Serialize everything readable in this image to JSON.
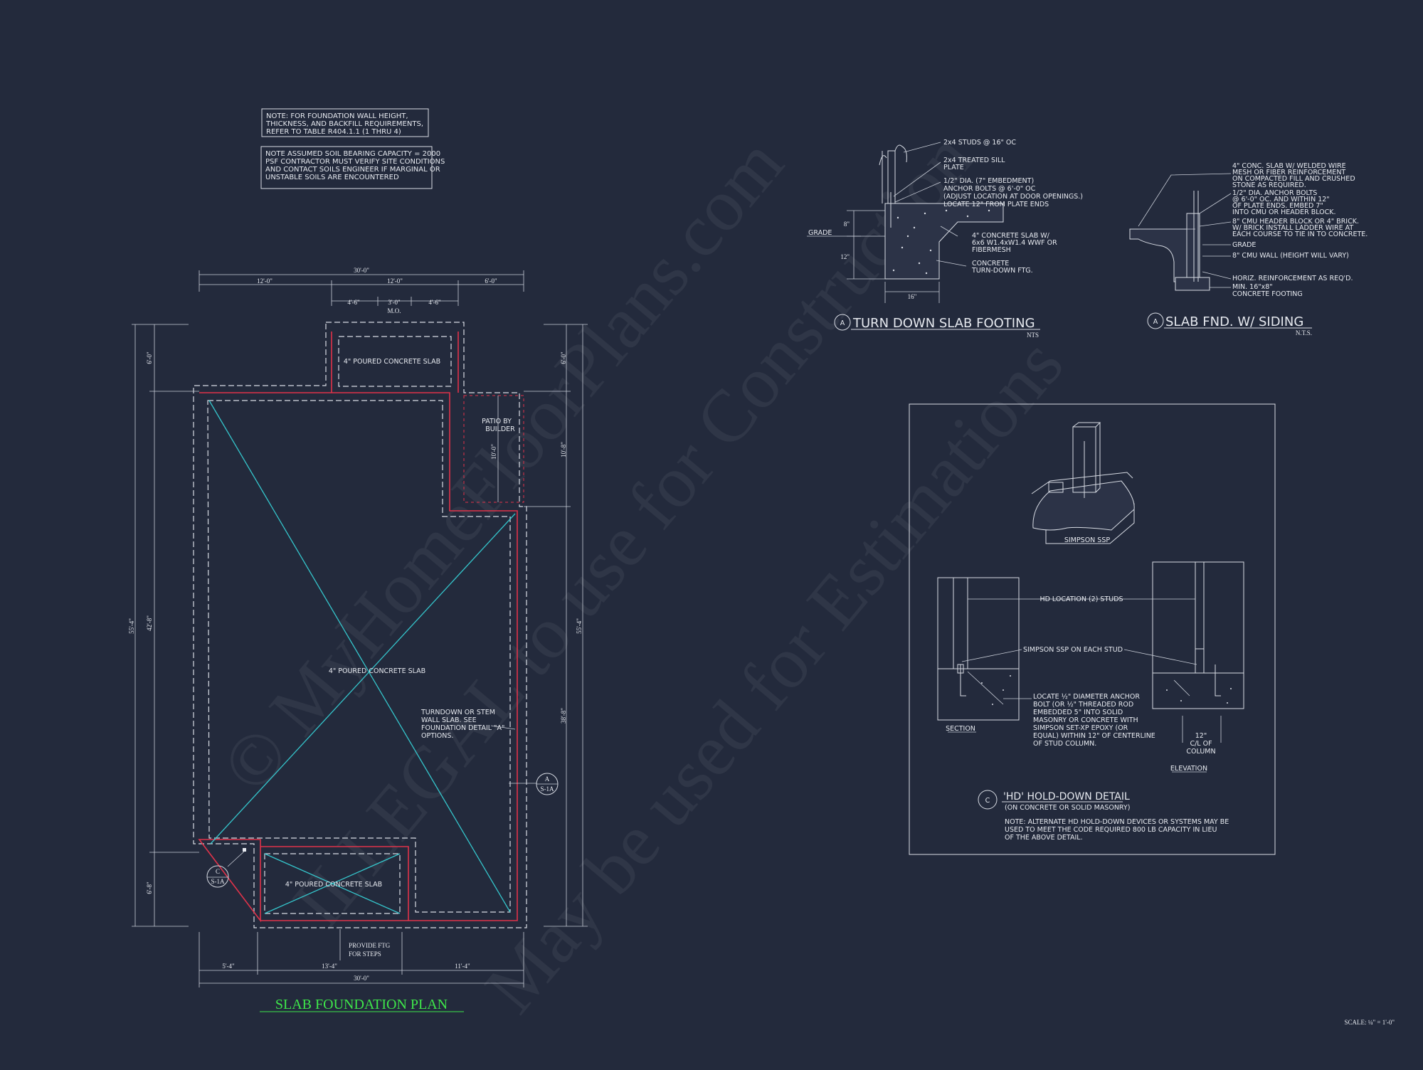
{
  "notes": {
    "note1": [
      "NOTE: FOR FOUNDATION WALL HEIGHT,",
      "THICKNESS, AND BACKFILL REQUIREMENTS,",
      "REFER TO TABLE R404.1.1 (1 THRU 4)"
    ],
    "note2": [
      "NOTE ASSUMED SOIL BEARING CAPACITY = 2000",
      "PSF CONTRACTOR MUST VERIFY SITE CONDITIONS",
      "AND CONTACT SOILS ENGINEER IF MARGINAL OR",
      "UNSTABLE SOILS ARE ENCOUNTERED"
    ]
  },
  "plan": {
    "title": "SLAB FOUNDATION PLAN",
    "dims": {
      "overall_top": "30'-0\"",
      "top_left": "12'-0\"",
      "top_mid": "12'-0\"",
      "top_right": "6'-0\"",
      "mo_left": "4'-6\"",
      "mo_mid": "3'-0\"",
      "mo_right": "4'-6\"",
      "mo_label": "M.O.",
      "left_top": "6'-0\"",
      "left_overall": "55'-4\"",
      "left_mid": "42'-8\"",
      "left_bottom": "6'-8\"",
      "right_top": "6'-0\"",
      "right_patio": "10'-8\"",
      "right_overall": "55'-4\"",
      "right_mid": "38'-8\"",
      "patio_depth": "10'-0\"",
      "bottom_left": "5'-4\"",
      "bottom_mid": "13'-4\"",
      "bottom_right": "11'-4\"",
      "bottom_overall": "30'-0\""
    },
    "labels": {
      "slab_top": "4\" POURED CONCRETE SLAB",
      "slab_main": "4\" POURED CONCRETE SLAB",
      "slab_bottom": "4\" POURED CONCRETE SLAB",
      "patio": [
        "PATIO BY",
        "BUILDER"
      ],
      "turndown": [
        "TURNDOWN OR STEM",
        "WALL SLAB. SEE",
        "FOUNDATION DETAIL \"A\"",
        "OPTIONS."
      ],
      "steps": [
        "PROVIDE FTG",
        "FOR STEPS"
      ]
    },
    "tags": {
      "a_letter": "A",
      "a_sheet": "S-1A",
      "c_letter": "C",
      "c_sheet": "S-1A"
    }
  },
  "detail_a1": {
    "letter": "A",
    "title": "TURN DOWN SLAB FOOTING",
    "scale": "NTS",
    "callouts": [
      "2x4 STUDS @ 16\" OC",
      "2x4 TREATED SILL",
      "PLATE",
      "1/2\" DIA. (7\" EMBEDMENT)",
      "ANCHOR BOLTS @ 6'-0\" OC",
      "(ADJUST LOCATION AT DOOR OPENINGS.)",
      "LOCATE 12\" FROM PLATE ENDS",
      "4\" CONCRETE SLAB W/",
      "6x6 W1.4xW1.4 WWF OR",
      "FIBERMESH",
      "CONCRETE",
      "TURN-DOWN FTG."
    ],
    "grade": "GRADE",
    "dims": {
      "h1": "8\"",
      "h2": "12\"",
      "w": "16\""
    }
  },
  "detail_a2": {
    "letter": "A",
    "title": "SLAB FND. W/ SIDING",
    "scale": "N.T.S.",
    "callouts": [
      "4\" CONC. SLAB W/ WELDED WIRE",
      "MESH OR FIBER REINFORCEMENT",
      "ON COMPACTED FILL AND CRUSHED",
      "STONE AS REQUIRED.",
      "1/2\" DIA. ANCHOR BOLTS",
      "@ 6'-0\" OC. AND WITHIN 12\"",
      "OF PLATE ENDS. EMBED 7\"",
      "INTO CMU OR HEADER BLOCK.",
      "8\" CMU HEADER BLOCK OR 4\" BRICK.",
      "W/ BRICK INSTALL LADDER WIRE AT",
      "EACH COURSE TO TIE IN TO CONCRETE.",
      "GRADE",
      "8\" CMU WALL (HEIGHT WILL VARY)",
      "HORIZ. REINFORCEMENT AS REQ'D.",
      "MIN. 16\"x8\"",
      "CONCRETE FOOTING"
    ]
  },
  "detail_c": {
    "letter": "C",
    "title": "'HD' HOLD-DOWN DETAIL",
    "subtitle": "(ON CONCRETE OR SOLID MASONRY)",
    "iso_label": "SIMPSON SSP",
    "hd_location": "HD LOCATION (2) STUDS",
    "ssp_each": "SIMPSON SSP ON EACH STUD",
    "locate": [
      "LOCATE ½\" DIAMETER ANCHOR",
      "BOLT (OR ½\" THREADED ROD",
      "EMBEDDED 5\" INTO SOLID",
      "MASONRY OR CONCRETE WITH",
      "SIMPSON SET-XP EPOXY (OR",
      "EQUAL) WITHIN 12\" OF CENTERLINE",
      "OF STUD COLUMN."
    ],
    "section": "SECTION",
    "elevation": "ELEVATION",
    "column": [
      "12\"",
      "C/L OF",
      "COLUMN"
    ],
    "note": [
      "NOTE: ALTERNATE HD HOLD-DOWN DEVICES OR SYSTEMS MAY BE",
      "USED TO MEET THE CODE REQUIRED 800 LB CAPACITY IN LIEU",
      "OF THE ABOVE DETAIL."
    ]
  },
  "scale": "SCALE: ¼\" = 1'-0\"",
  "watermark": [
    "© MyHomeFloorPlans.com",
    "ILLEGAL to use for Construction",
    "May be used for Estimations"
  ],
  "colors": {
    "background": "#232a3c",
    "linework": "#d8dce4",
    "title": "#3ee64a",
    "slab_edge": "#e0334a",
    "diagonal": "#35c6cc"
  }
}
